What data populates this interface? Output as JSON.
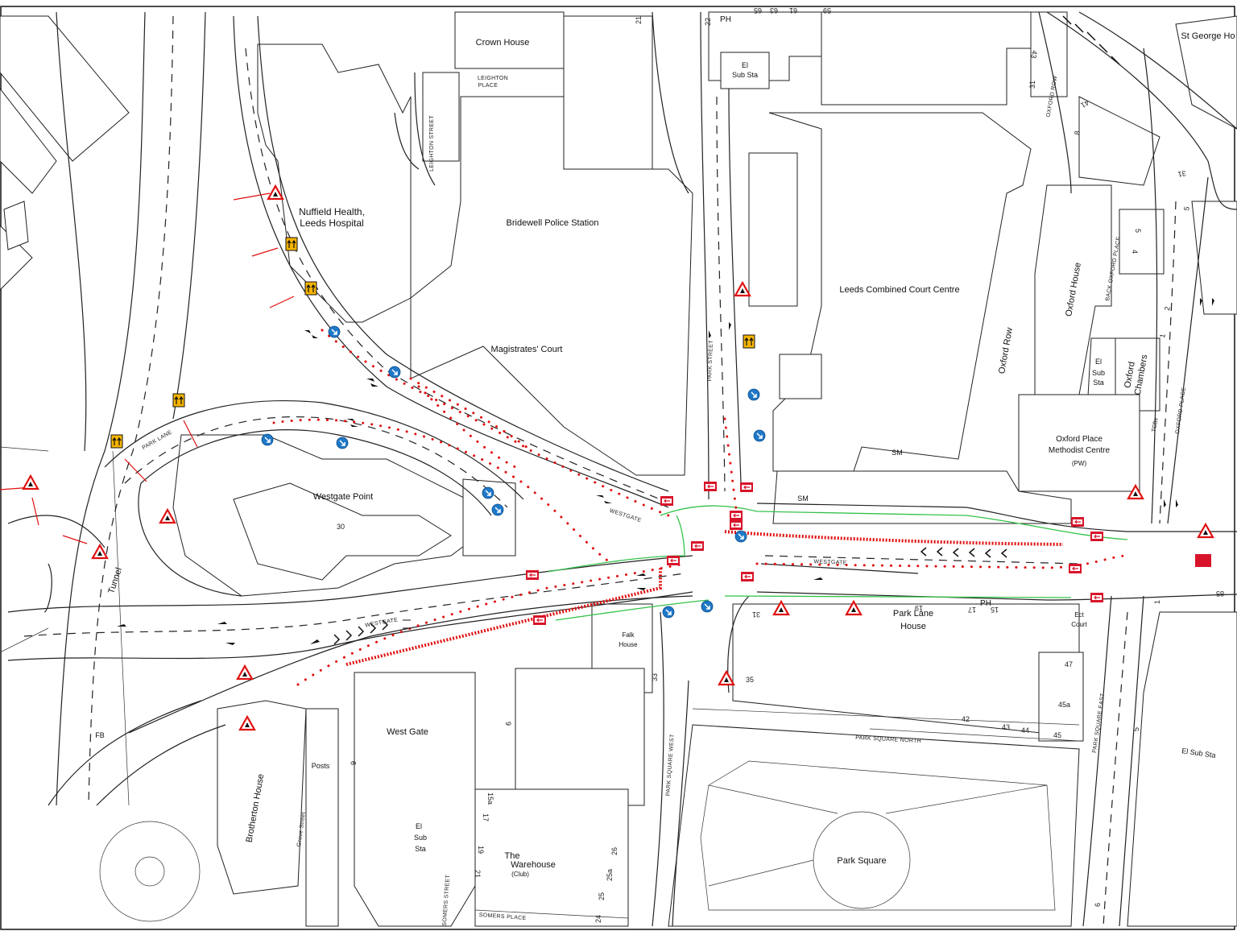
{
  "map": {
    "buildings": {
      "crown_house": "Crown House",
      "nuffield_1": "Nuffield Health,",
      "nuffield_2": "Leeds Hospital",
      "bridewell": "Bridewell Police Station",
      "magistrates": "Magistrates' Court",
      "combined_court": "Leeds Combined Court Centre",
      "oxford_house": "Oxford House",
      "oxford_row": "Oxford Row",
      "oxford_chambers_1": "Oxford",
      "oxford_chambers_2": "Chambers",
      "methodist_1": "Oxford Place",
      "methodist_2": "Methodist Centre",
      "methodist_3": "(PW)",
      "westgate_point": "Westgate Point",
      "tunnel": "Tunnel",
      "park_lane_house_1": "Park Lane",
      "park_lane_house_2": "House",
      "ph_lower": "PH",
      "ph_top": "PH",
      "court_1": "Ect",
      "court_2": "Court",
      "falk_house_1": "Falk",
      "falk_house_2": "House",
      "west_gate": "West Gate",
      "brotherton": "Brotherton House",
      "warehouse_1": "The",
      "warehouse_2": "Warehouse",
      "warehouse_3": "(Club)",
      "park_square": "Park Square",
      "st_george": "St George Ho",
      "el_sub_top_1": "El",
      "el_sub_top_2": "Sub Sta",
      "el_sub_oxford_1": "El",
      "el_sub_oxford_2": "Sub",
      "el_sub_oxford_3": "Sta",
      "el_sub_west_1": "El",
      "el_sub_west_2": "Sub",
      "el_sub_west_3": "Sta",
      "el_sub_right": "El Sub Sta",
      "sm_1": "SM",
      "sm_2": "SM",
      "fb": "FB",
      "posts": "Posts",
      "tcbs": "TCBs"
    },
    "streets": {
      "leighton_street": "LEIGHTON STREET",
      "leighton_place_1": "LEIGHTON",
      "leighton_place_2": "PLACE",
      "park_street": "PARK STREET",
      "park_lane": "PARK LANE",
      "westgate_1": "WESTGATE",
      "westgate_2": "WESTGATE",
      "westgate_3": "WESTGATE",
      "oxford_row_st": "OXFORD ROW",
      "back_oxford_place": "BACK OXFORD PLACE",
      "oxford_place": "OXFORD PLACE",
      "park_square_north": "PARK SQUARE NORTH",
      "park_square_west": "PARK SQUARE WEST",
      "park_square_east": "PARK SQUARE EAST",
      "somers_street": "SOMERS STREET",
      "somers_place": "SOMERS PLACE",
      "grove_street": "Grove Street"
    },
    "numbers": {
      "n21": "21",
      "n22": "22",
      "n43": "43",
      "n31a": "31",
      "n41": "41",
      "n8": "8",
      "n31b": "31",
      "n5a": "5",
      "n5b": "5",
      "n4": "4",
      "n2": "2",
      "n1a": "1",
      "n30": "30",
      "n19a": "19",
      "n17a": "17",
      "n15": "15",
      "n31c": "31",
      "n35": "35",
      "n47": "47",
      "n45a": "45a",
      "n42": "42",
      "n43b": "43",
      "n44": "44",
      "n45": "45",
      "n33": "33",
      "n9a": "9",
      "n9b": "9",
      "n15a": "15a",
      "n17b": "17",
      "n19b": "19",
      "n21b": "21",
      "n26": "26",
      "n25a": "25a",
      "n25": "25",
      "n24": "24",
      "n1b": "1",
      "n5c": "5",
      "n85": "85",
      "n6": "6",
      "n59": "59",
      "n61": "61",
      "n63": "63",
      "n65": "65"
    }
  }
}
